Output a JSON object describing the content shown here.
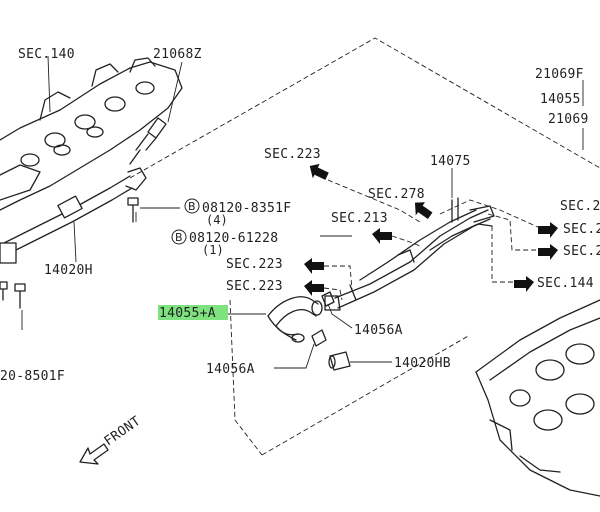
{
  "labels": {
    "sec140": "SEC.140",
    "p21068z": "21068Z",
    "p21069f": "21069F",
    "p14055": "14055",
    "p21069": "21069",
    "sec223_top": "SEC.223",
    "p14075": "14075",
    "sec278": "SEC.278",
    "sec2_right": "SEC.2",
    "sec213": "SEC.213",
    "sec22_r1": "SEC.2",
    "sec22_r2": "SEC.2",
    "sec144": "SEC.144",
    "b08120_8351f": "08120-8351F",
    "qty4": "(4)",
    "b08120_61228": "08120-61228",
    "qty1": "(1)",
    "sec223_mid1": "SEC.223",
    "sec223_mid2": "SEC.223",
    "p14020h": "14020H",
    "p14055a": "14055+A",
    "p14056a_right": "14056A",
    "p14056a_left": "14056A",
    "p14020hb": "14020HB",
    "p8501f": "20-8501F",
    "front": "FRONT",
    "bolt_prefix": "B"
  },
  "highlight_color": "#7ee27e"
}
